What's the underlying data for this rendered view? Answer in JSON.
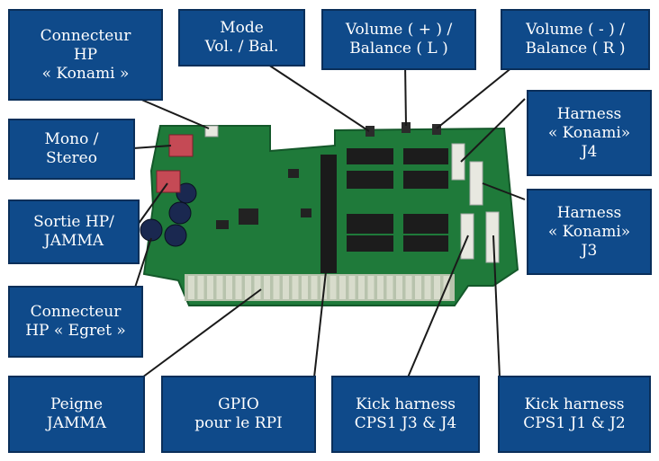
{
  "labels": {
    "connecteur_hp_konami": [
      "Connecteur",
      "HP",
      "« Konami »"
    ],
    "mode": [
      "Mode",
      "Vol. / Bal."
    ],
    "volume_plus": [
      "Volume ( + ) /",
      "Balance ( L )"
    ],
    "volume_minus": [
      "Volume ( - ) /",
      "Balance ( R )"
    ],
    "harness_j4": [
      "Harness",
      "« Konami»",
      "J4"
    ],
    "harness_j3": [
      "Harness",
      "« Konami»",
      "J3"
    ],
    "mono_stereo": [
      "Mono /",
      "Stereo"
    ],
    "sortie_hp": [
      "Sortie HP/",
      "JAMMA"
    ],
    "connecteur_hp_egret": [
      "Connecteur",
      "HP « Egret »"
    ],
    "peigne_jamma": [
      "Peigne",
      "JAMMA"
    ],
    "gpio_rpi": [
      "GPIO",
      "pour le RPI"
    ],
    "kick_harness_cps1_j3_j4": [
      "Kick harness",
      "CPS1 J3 & J4"
    ],
    "kick_harness_cps1_j1_j2": [
      "Kick harness",
      "CPS1 J1 & J2"
    ]
  },
  "colors": {
    "label_bg": "#0f4a8a",
    "label_border": "#0a2f5a",
    "pcb": "#1f7a3a",
    "gold": "#c9a94a",
    "connector_white": "#e8e8e0"
  }
}
